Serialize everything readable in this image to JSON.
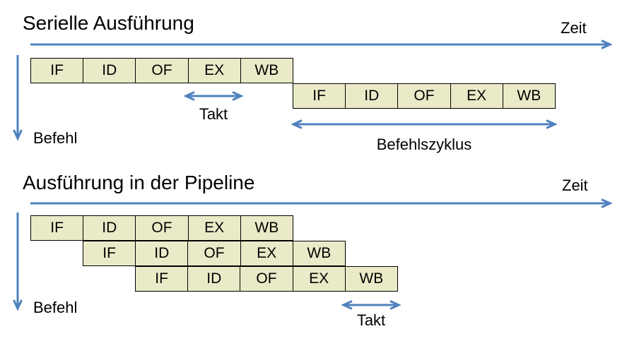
{
  "colors": {
    "arrow_blue": "#4F81BD",
    "box_fill": "#EAEAC8",
    "box_border": "#000000"
  },
  "section_serial": {
    "title": "Serielle Ausführung",
    "time_axis_label": "Zeit",
    "instruction_axis_label": "Befehl",
    "clock_label": "Takt",
    "cycle_label": "Befehlszyklus",
    "rows": [
      {
        "stages": [
          "IF",
          "ID",
          "OF",
          "EX",
          "WB"
        ]
      },
      {
        "stages": [
          "IF",
          "ID",
          "OF",
          "EX",
          "WB"
        ]
      }
    ]
  },
  "section_pipeline": {
    "title": "Ausführung in der Pipeline",
    "time_axis_label": "Zeit",
    "instruction_axis_label": "Befehl",
    "clock_label": "Takt",
    "rows": [
      {
        "stages": [
          "IF",
          "ID",
          "OF",
          "EX",
          "WB"
        ]
      },
      {
        "stages": [
          "IF",
          "ID",
          "OF",
          "EX",
          "WB"
        ]
      },
      {
        "stages": [
          "IF",
          "ID",
          "OF",
          "EX",
          "WB"
        ]
      }
    ]
  }
}
